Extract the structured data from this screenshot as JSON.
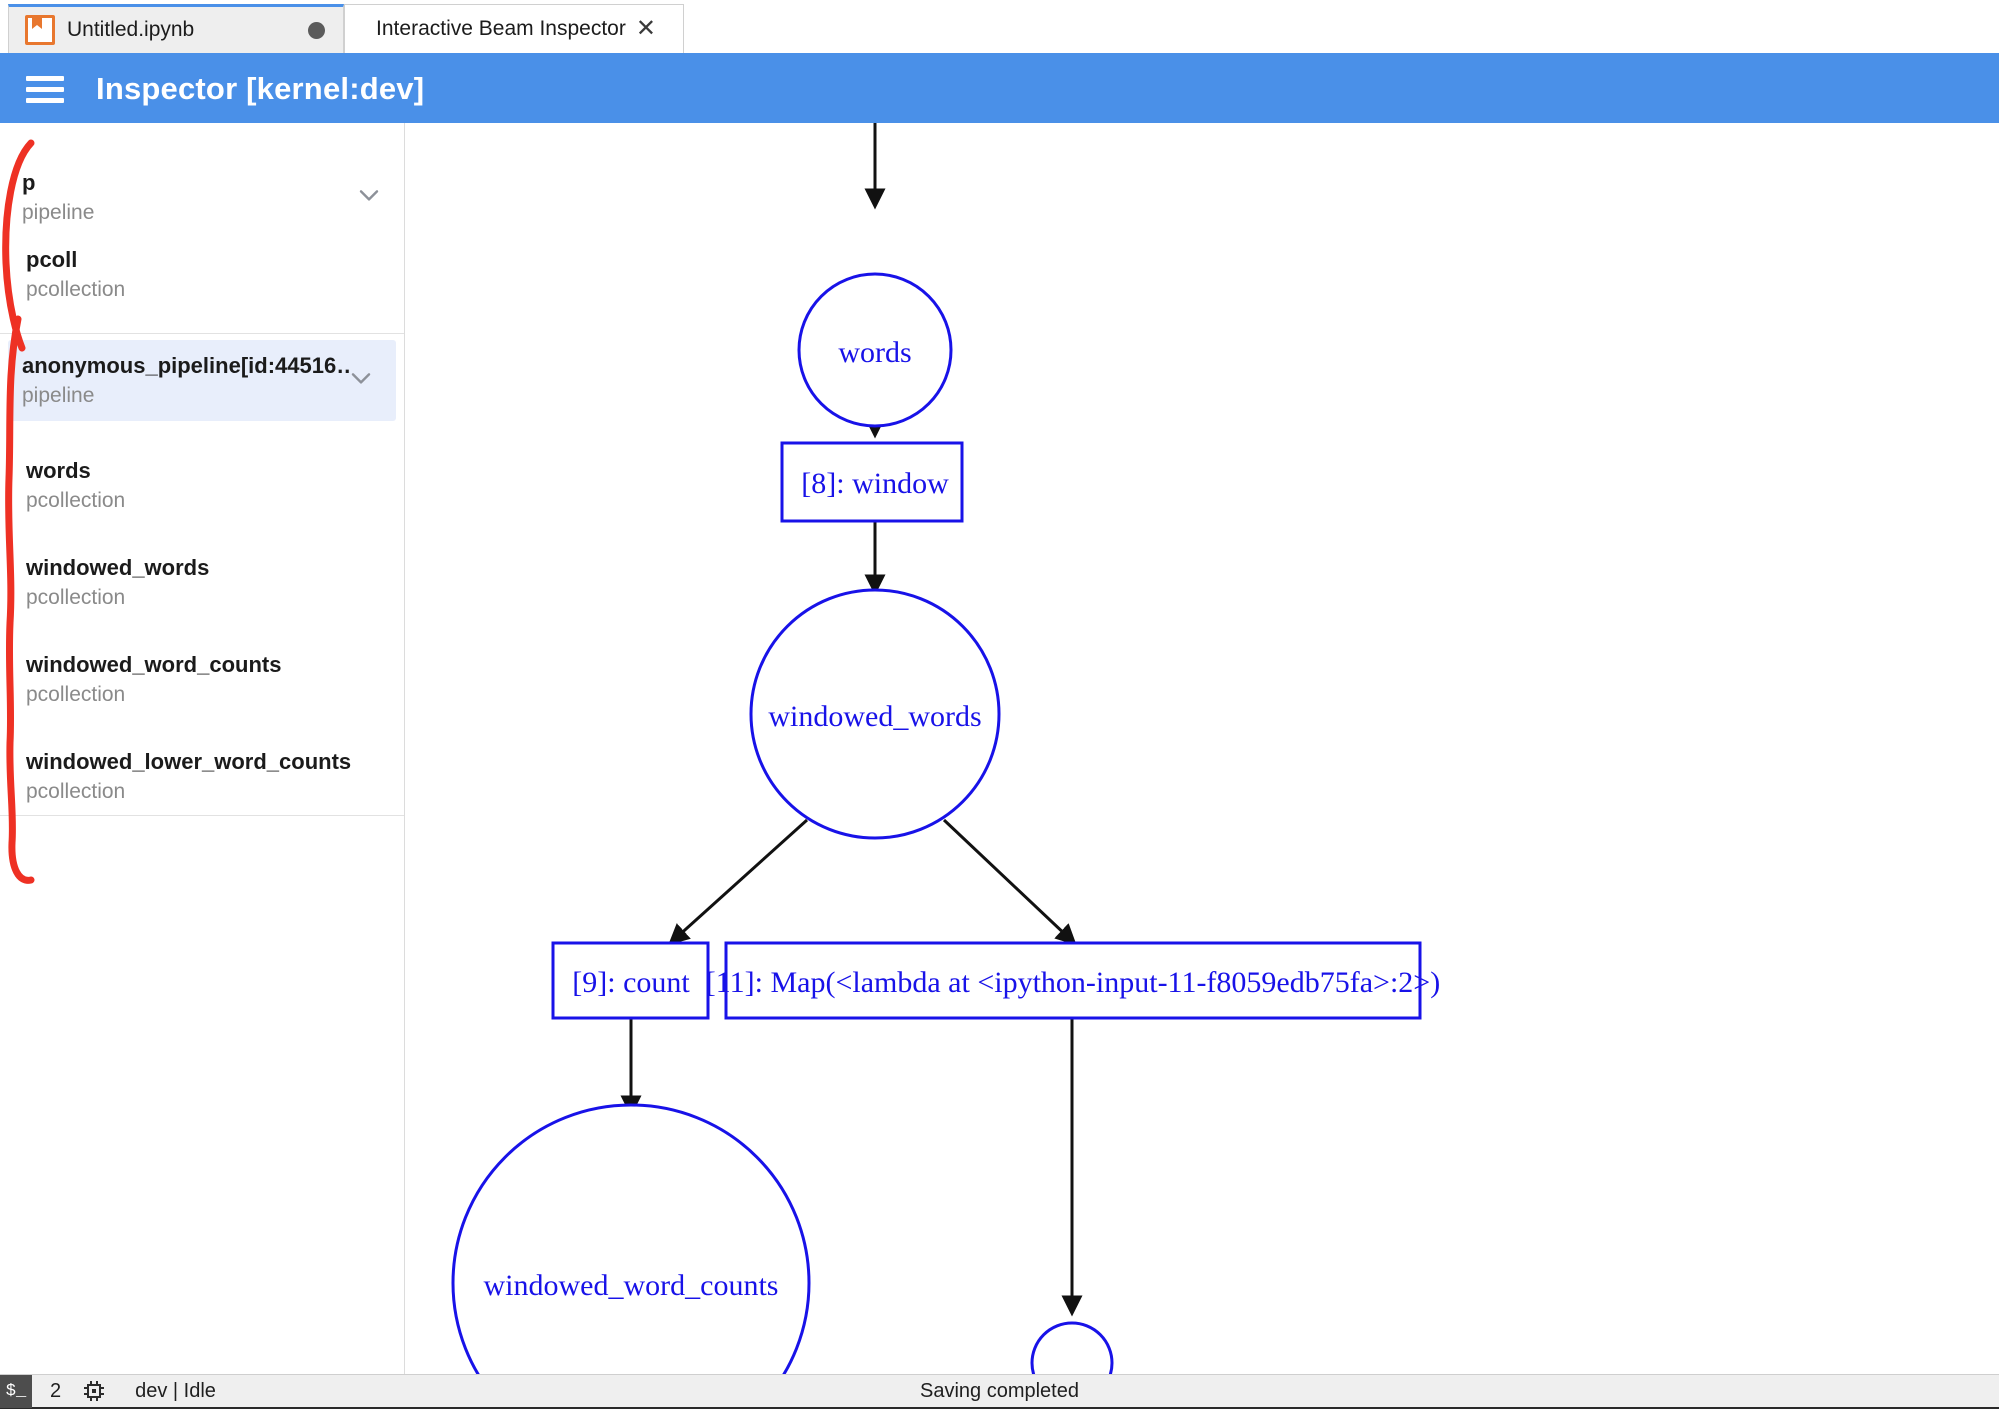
{
  "window": {
    "tabs": [
      {
        "label": "Untitled.ipynb",
        "icon": "notebook-icon",
        "state": "inactive",
        "dirty": true
      },
      {
        "label": "Interactive Beam Inspector",
        "state": "active",
        "closeable": true
      }
    ]
  },
  "header": {
    "menu_icon": "hamburger-icon",
    "title": "Inspector [kernel:dev]",
    "background": "#4a90e8"
  },
  "sidebar": {
    "groups": [
      {
        "items": [
          {
            "name": "p",
            "type": "pipeline",
            "expandable": true,
            "selected": false,
            "child": false
          },
          {
            "name": "pcoll",
            "type": "pcollection",
            "expandable": false,
            "selected": false,
            "child": true
          }
        ]
      },
      {
        "items": [
          {
            "name": "anonymous_pipeline[id:44516…",
            "type": "pipeline",
            "expandable": true,
            "selected": true,
            "child": false
          },
          {
            "name": "words",
            "type": "pcollection",
            "expandable": false,
            "selected": false,
            "child": true
          },
          {
            "name": "windowed_words",
            "type": "pcollection",
            "expandable": false,
            "selected": false,
            "child": true
          },
          {
            "name": "windowed_word_counts",
            "type": "pcollection",
            "expandable": false,
            "selected": false,
            "child": true
          },
          {
            "name": "windowed_lower_word_counts",
            "type": "pcollection",
            "expandable": false,
            "selected": false,
            "child": true
          }
        ]
      }
    ],
    "annotation_color": "#ee3124"
  },
  "graph": {
    "node_color": "#1812e8",
    "edge_color": "#111111",
    "nodes": [
      {
        "id": "words",
        "label": "words",
        "shape": "circle"
      },
      {
        "id": "window",
        "label": "[8]: window",
        "shape": "box"
      },
      {
        "id": "windowed_words",
        "label": "windowed_words",
        "shape": "circle"
      },
      {
        "id": "count",
        "label": "[9]: count",
        "shape": "box"
      },
      {
        "id": "map",
        "label": "[11]: Map(<lambda at <ipython-input-11-f8059edb75fa>:2>)",
        "shape": "box"
      },
      {
        "id": "windowed_word_counts",
        "label": "windowed_word_counts",
        "shape": "circle"
      },
      {
        "id": "unnamed_small",
        "label": "",
        "shape": "circle"
      }
    ],
    "edges": [
      {
        "from": "",
        "to": "words"
      },
      {
        "from": "words",
        "to": "window"
      },
      {
        "from": "window",
        "to": "windowed_words"
      },
      {
        "from": "windowed_words",
        "to": "count"
      },
      {
        "from": "windowed_words",
        "to": "map"
      },
      {
        "from": "count",
        "to": "windowed_word_counts"
      },
      {
        "from": "map",
        "to": "unnamed_small"
      }
    ]
  },
  "statusbar": {
    "terminal_label": "$_",
    "terminal_count": "2",
    "kernel_icon": "cpu-chip-icon",
    "kernel_status": "dev | Idle",
    "message": "Saving completed"
  }
}
